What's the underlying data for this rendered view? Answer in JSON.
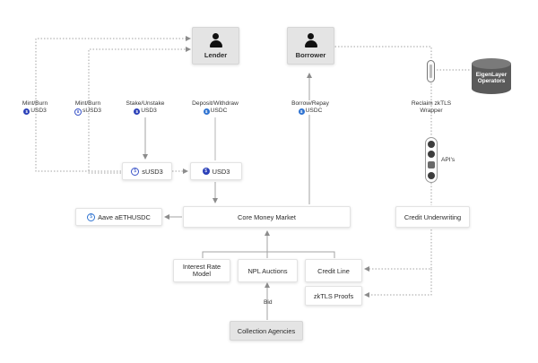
{
  "actors": {
    "lender": "Lender",
    "borrower": "Borrower"
  },
  "edge_labels": {
    "mint_burn_usd3": {
      "line1": "Mint/Burn",
      "token": "USD3"
    },
    "mint_burn_susd3": {
      "line1": "Mint/Burn",
      "token": "sUSD3"
    },
    "stake_unstake": {
      "line1": "Stake/Unstake",
      "token": "USD3"
    },
    "deposit_withdraw": {
      "line1": "Deposit/Withdraw",
      "token": "USDC"
    },
    "borrow_repay": {
      "line1": "Borrow/Repay",
      "token": "USDC"
    },
    "reclaim": {
      "line1": "Reclaim zkTLS",
      "line2": "Wrapper"
    },
    "apis": "API's",
    "bid": "Bid"
  },
  "nodes": {
    "susd3": "sUSD3",
    "usd3": "USD3",
    "aave": "Aave aETHUSDC",
    "core_money_market": "Core Money Market",
    "credit_underwriting": "Credit Underwriting",
    "interest_rate_model": "Interest Rate Model",
    "npl_auctions": "NPL Auctions",
    "credit_line": "Credit Line",
    "zktls_proofs": "zkTLS Proofs",
    "collection_agencies": "Collection Agencies",
    "eigenlayer": "EigenLayer Operators"
  },
  "colors": {
    "usd3": "#2a3fb8",
    "usdc": "#2f73d1",
    "eigen_db": "#555555",
    "line": "#9a9a9a"
  }
}
